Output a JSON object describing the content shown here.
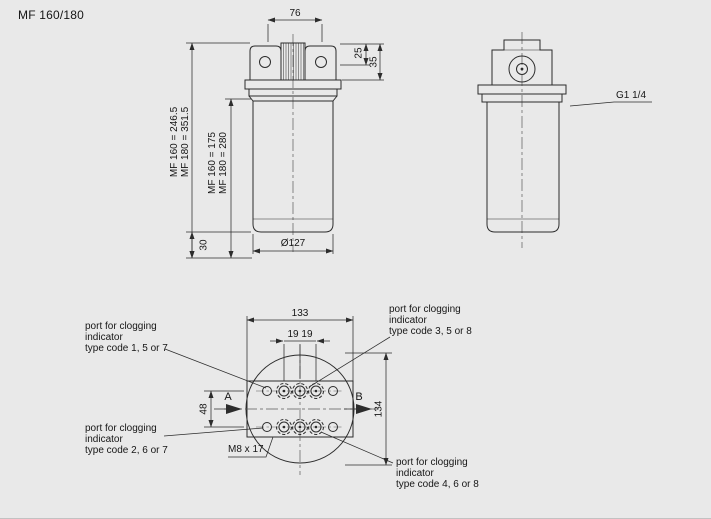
{
  "colors": {
    "background": "#e9e9e9",
    "line": "#2c2c2c",
    "text": "#161616"
  },
  "title": "MF 160/180",
  "front_view": {
    "dim_bracket_width": "76",
    "dim_bracket_depth_inner": "25",
    "dim_bracket_depth_outer": "35",
    "dim_total_height": {
      "mf160": "MF 160 = 246.5",
      "mf180": "MF 180 = 351.5"
    },
    "dim_element_height": {
      "mf160": "MF 160 = 175",
      "mf180": "MF 180 = 280"
    },
    "dim_bottom_clearance": "30",
    "dim_diameter": "Ø127"
  },
  "side_view": {
    "port_thread_label": "G1 1/4"
  },
  "port_view": {
    "dim_head_width": "133",
    "dim_port_spacing": "19 19",
    "dim_row_spacing": "48",
    "dim_overall_depth": "134",
    "mounting_thread_label": "M8 x 17",
    "flow_marker_a": "A",
    "flow_marker_b": "B",
    "callouts": {
      "top_left": {
        "l1": "port for clogging",
        "l2": "indicator",
        "l3": "type code 1, 5 or 7"
      },
      "top_right": {
        "l1": "port for clogging",
        "l2": "indicator",
        "l3": "type code 3, 5 or 8"
      },
      "bottom_left": {
        "l1": "port for clogging",
        "l2": "indicator",
        "l3": "type code 2, 6 or 7"
      },
      "bottom_right": {
        "l1": "port for clogging",
        "l2": "indicator",
        "l3": "type code 4, 6 or 8"
      }
    }
  }
}
